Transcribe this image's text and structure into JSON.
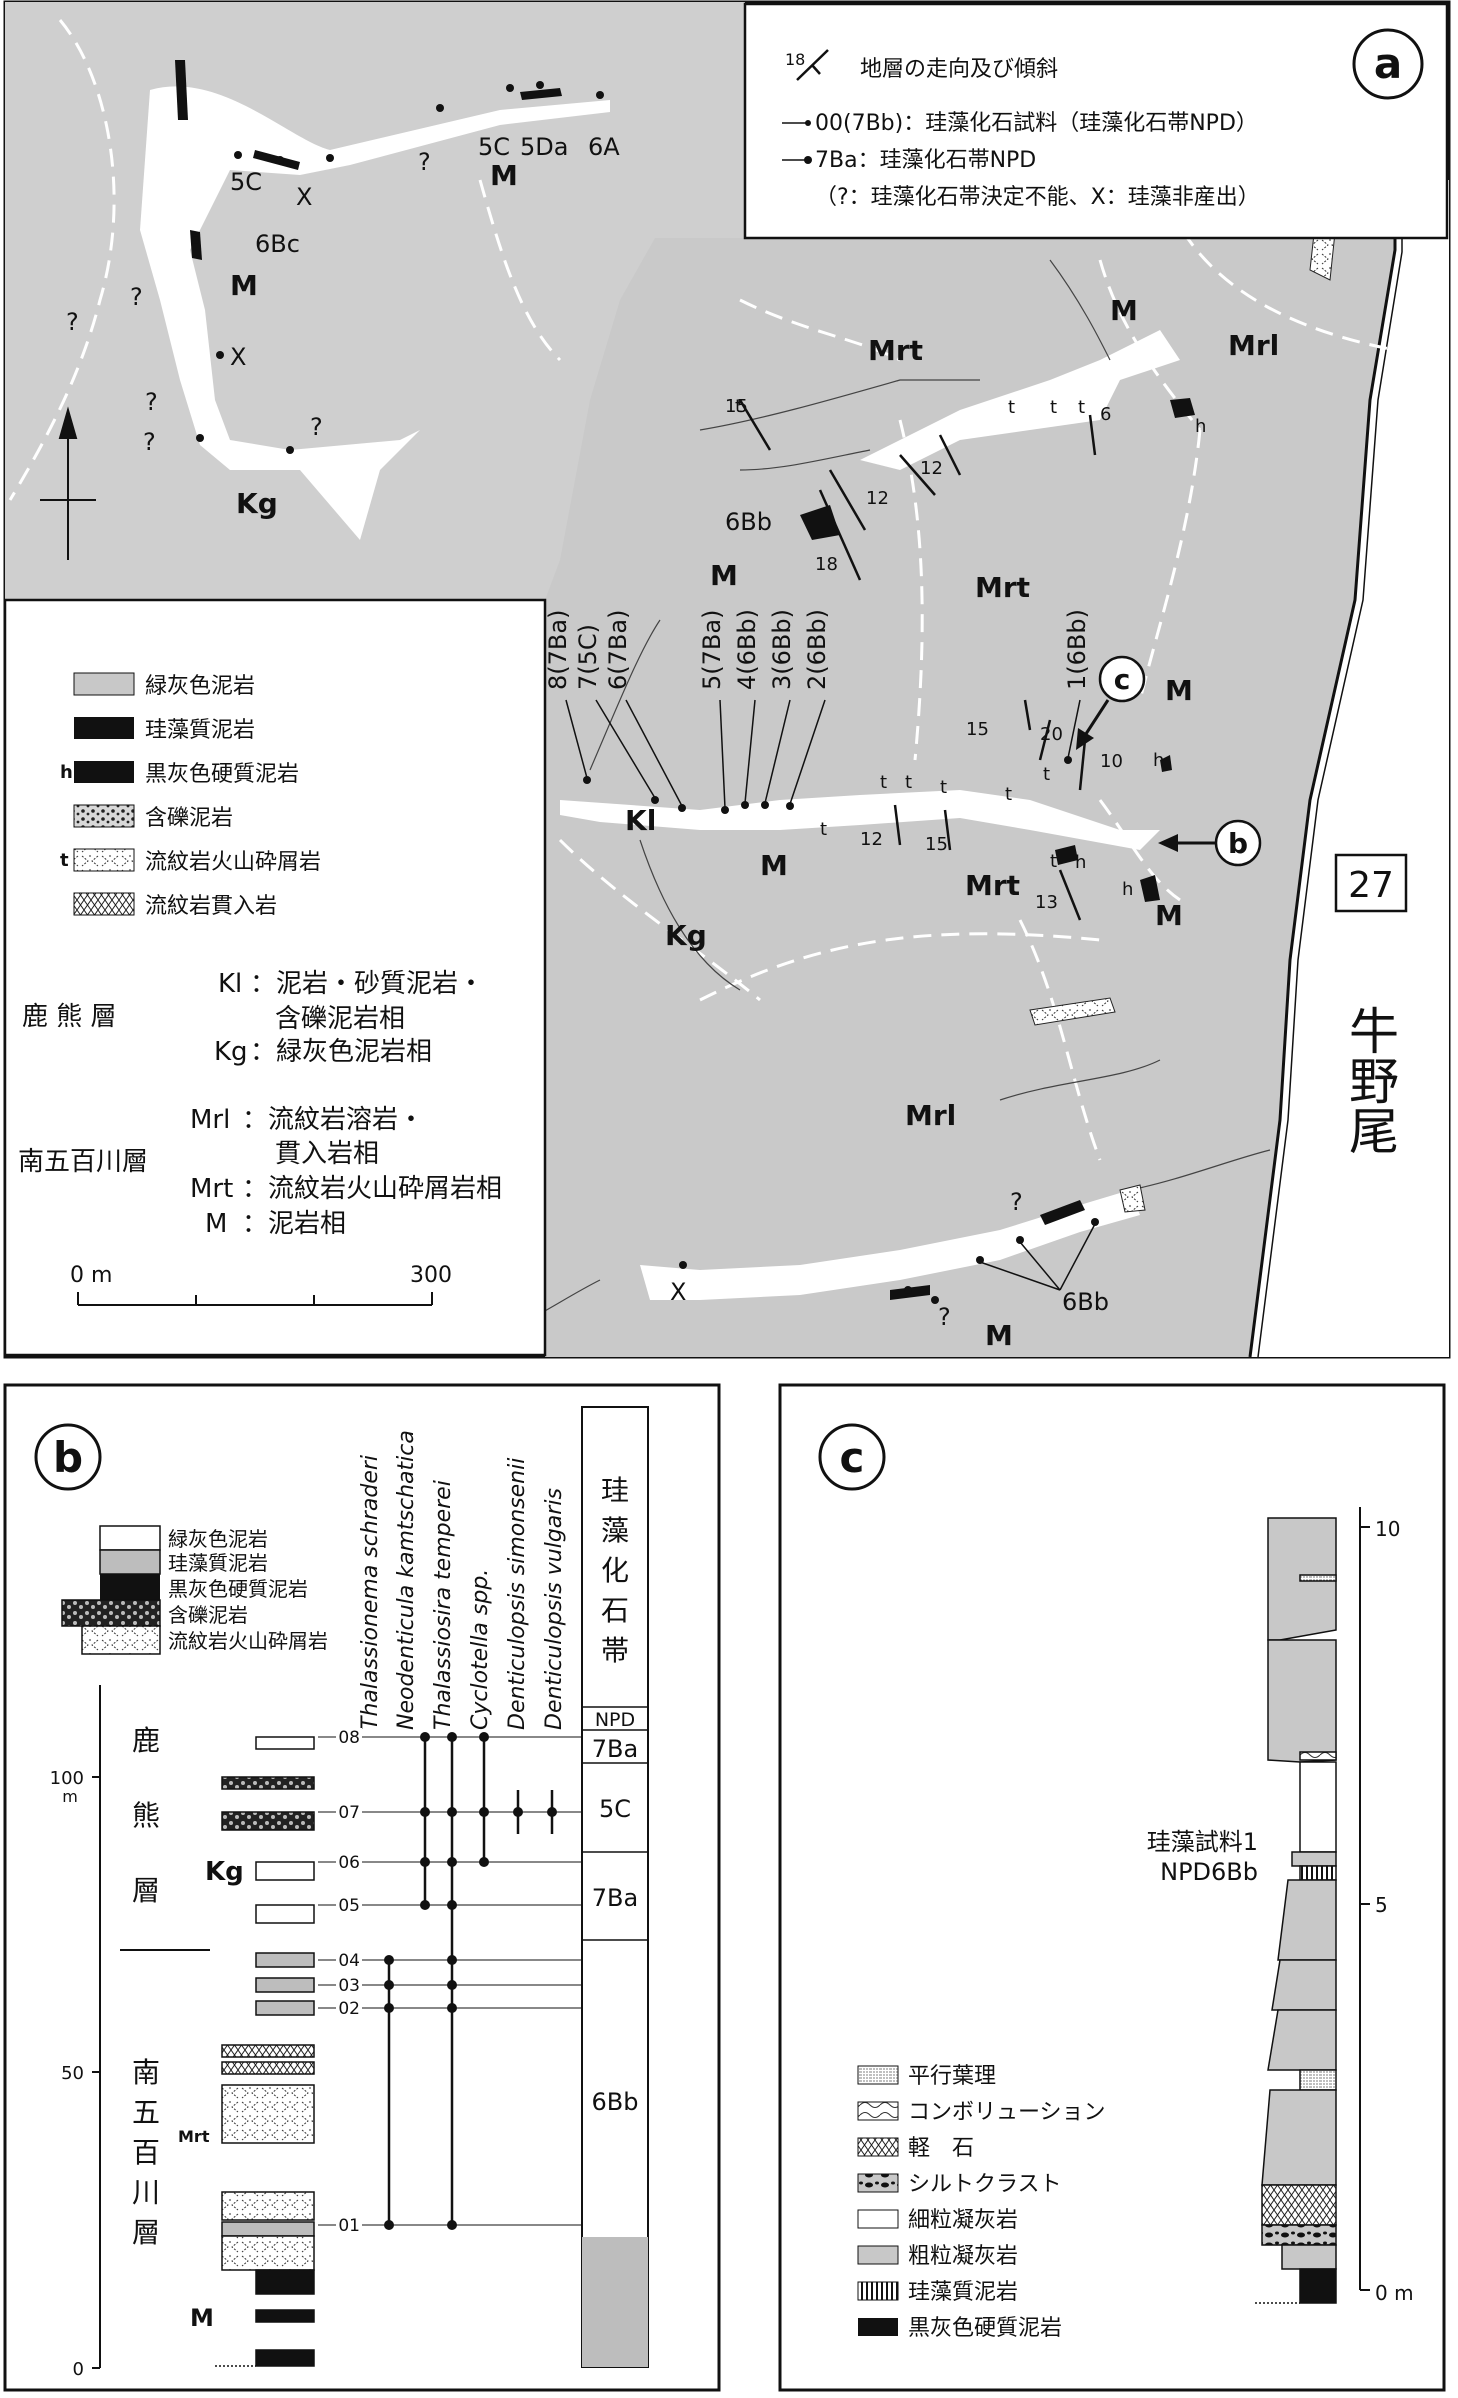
{
  "figure": {
    "panels": {
      "a": "a",
      "b": "b",
      "c": "c"
    },
    "region_label": {
      "number": "27",
      "name": "牛野尾"
    }
  },
  "panel_a": {
    "top_legend": {
      "strike_dip": {
        "value": "18",
        "text": "地層の走向及び傾斜"
      },
      "sample": "00(7Bb)：珪藻化石試料（珪藻化石帯NPD）",
      "zone": "7Ba：珪藻化石帯NPD",
      "note": "（?：珪藻化石帯決定不能、X：珪藻非産出）"
    },
    "litho_legend": [
      {
        "key": "",
        "label": "緑灰色泥岩"
      },
      {
        "key": "",
        "label": "珪藻質泥岩"
      },
      {
        "key": "h",
        "label": "黒灰色硬質泥岩"
      },
      {
        "key": "",
        "label": "含礫泥岩"
      },
      {
        "key": "t",
        "label": "流紋岩火山砕屑岩"
      },
      {
        "key": "",
        "label": "流紋岩貫入岩"
      }
    ],
    "formations": {
      "shikuma": {
        "name": "鹿 熊 層",
        "kl_code": "Kl",
        "kl_desc1": "：泥岩・砂質泥岩・",
        "kl_desc2": "含礫泥岩相",
        "kg_code": "Kg",
        "kg_desc": "：緑灰色泥岩相"
      },
      "minamigohyakukawa": {
        "name": "南五百川層",
        "mrl_code": "Mrl",
        "mrl_desc1": "：流紋岩溶岩・",
        "mrl_desc2": "貫入岩相",
        "mrt_code": "Mrt",
        "mrt_desc": "：流紋岩火山砕屑岩相",
        "m_code": "M",
        "m_desc": "：泥岩相"
      }
    },
    "scale": {
      "zero": "0 m",
      "max": "300"
    },
    "map_labels": {
      "M1": "M",
      "M2": "M",
      "M3": "M",
      "M4": "M",
      "M5": "M",
      "M6": "M",
      "M7": "M",
      "M8": "M",
      "Kg1": "Kg",
      "Kg2": "Kg",
      "Kl": "Kl",
      "Mrt1": "Mrt",
      "Mrt2": "Mrt",
      "Mrt3": "Mrt",
      "Mrl1": "Mrl",
      "Mrl2": "Mrl",
      "s5C_a": "5C",
      "s5C_b": "5C",
      "s5Da": "5Da",
      "s6A": "6A",
      "s6Bc": "6Bc",
      "s6Bb_a": "6Bb",
      "s6Bb_b": "6Bb",
      "X1": "X",
      "X2": "X",
      "X3": "X",
      "q1": "?",
      "q2": "?",
      "q3": "?",
      "q4": "?",
      "q5": "?",
      "q6": "?",
      "q7": "?",
      "q8": "?",
      "dip15a": "15",
      "dip12a": "12",
      "dip12b": "12",
      "dip18": "18",
      "dip6": "6",
      "dip15b": "15",
      "dip20": "20",
      "dip10": "10",
      "dip12c": "12",
      "dip15c": "15",
      "dip13": "13",
      "t": "t",
      "h": "h",
      "v8": "8(7Ba)",
      "v7": "7(5C)",
      "v6": "6(7Ba)",
      "v5": "5(7Ba)",
      "v4": "4(6Bb)",
      "v3": "3(6Bb)",
      "v2": "2(6Bb)",
      "v1": "1(6Bb)",
      "circle_b": "b",
      "circle_c": "c"
    }
  },
  "panel_b": {
    "legend": [
      "緑灰色泥岩",
      "珪藻質泥岩",
      "黒灰色硬質泥岩",
      "含礫泥岩",
      "流紋岩火山砕屑岩"
    ],
    "axis": {
      "unit": "m",
      "ticks": [
        "0",
        "50",
        "100"
      ]
    },
    "formation1": [
      "鹿",
      "熊",
      "層"
    ],
    "formation2": [
      "南",
      "五",
      "百",
      "川",
      "層"
    ],
    "unit_codes": {
      "kg": "Kg",
      "mrt": "Mrt",
      "m": "M"
    },
    "samples": [
      "08",
      "07",
      "06",
      "05",
      "04",
      "03",
      "02",
      "01"
    ],
    "species": [
      "Thalassionema schraderi",
      "Neodenticula kamtschatica",
      "Thalassiosira temperei",
      "Cyclotella spp.",
      "Denticulopsis simonsenii",
      "Denticulopsis vulgaris"
    ],
    "zone_header": [
      "珪",
      "藻",
      "化",
      "石",
      "帯"
    ],
    "zone_npd": "NPD",
    "zones": [
      "7Ba",
      "5C",
      "7Ba",
      "6Bb"
    ]
  },
  "panel_c": {
    "axis": {
      "ticks": [
        "0 m",
        "5",
        "10"
      ]
    },
    "sample_label1": "珪藻試料1",
    "sample_label2": "NPD6Bb",
    "legend": [
      "平行葉理",
      "コンボリューション",
      "軽　石",
      "シルトクラスト",
      "細粒凝灰岩",
      "粗粒凝灰岩",
      "珪藻質泥岩",
      "黒灰色硬質泥岩"
    ]
  }
}
